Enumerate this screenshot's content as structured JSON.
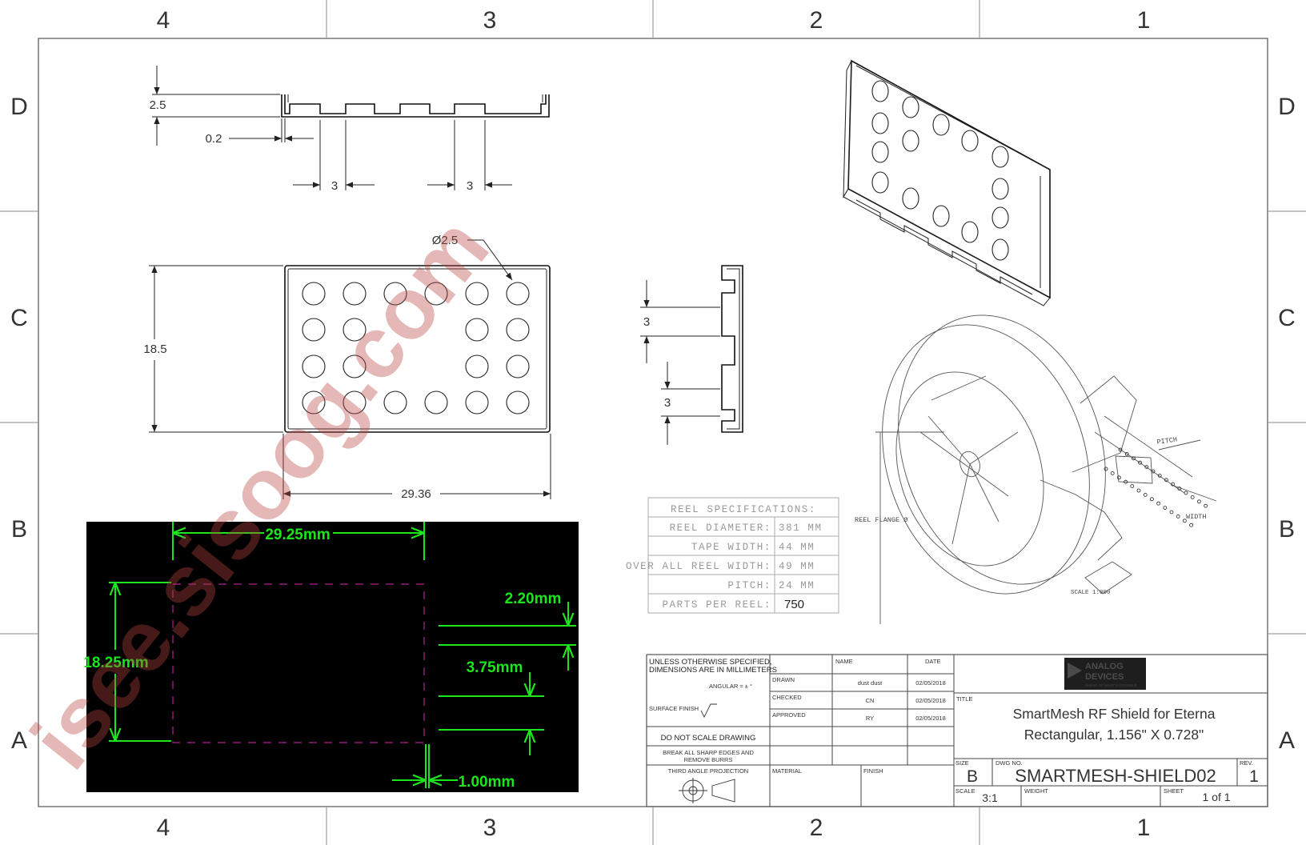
{
  "border": {
    "columns": [
      "4",
      "3",
      "2",
      "1"
    ],
    "rows": [
      "D",
      "C",
      "B",
      "A"
    ]
  },
  "top_view": {
    "height": "2.5",
    "thickness": "0.2",
    "slot_width_1": "3",
    "slot_width_2": "3"
  },
  "plan_view": {
    "hole_diameter": "Ø2.5",
    "height": "18.5",
    "width": "29.36"
  },
  "side_view": {
    "dim_1": "3",
    "dim_2": "3"
  },
  "pcb_footprint": {
    "width": "29.25mm",
    "height": "18.25mm",
    "dim_a": "2.20mm",
    "dim_b": "3.75mm",
    "dim_c": "1.00mm",
    "colors": {
      "background": "#000000",
      "dimension": "#19e61b",
      "outline": "#b0218f"
    }
  },
  "reel_spec": {
    "title": "REEL SPECIFICATIONS:",
    "rows": [
      {
        "label": "REEL DIAMETER:",
        "value": "381 MM"
      },
      {
        "label": "TAPE WIDTH:",
        "value": "44 MM"
      },
      {
        "label": "OVER ALL REEL WIDTH:",
        "value": "49 MM"
      },
      {
        "label": "PITCH:",
        "value": "24 MM"
      },
      {
        "label": "PARTS PER REEL:",
        "value": "750"
      }
    ]
  },
  "reel_drawing": {
    "pitch_label": "PITCH",
    "width_label": "WIDTH",
    "flange_label": "REEL FLANGE Ø",
    "scale_label": "SCALE 1:000"
  },
  "watermark": "isee.sisoog.com",
  "title_block": {
    "unless_line1": "UNLESS OTHERWISE SPECIFIED,",
    "unless_line2": "DIMENSIONS ARE IN MILLIMETERS",
    "angular": "ANGULAR = ± °",
    "surface_finish": "SURFACE FINISH",
    "do_not_scale": "DO NOT SCALE DRAWING",
    "break_edges_1": "BREAK ALL SHARP EDGES AND",
    "break_edges_2": "REMOVE BURRS",
    "projection": "THIRD ANGLE PROJECTION",
    "name_header": "NAME",
    "date_header": "DATE",
    "drawn_label": "DRAWN",
    "drawn_name": "dust dust",
    "drawn_date": "02/05/2018",
    "checked_label": "CHECKED",
    "checked_name": "CN",
    "checked_date": "02/05/2018",
    "approved_label": "APPROVED",
    "approved_name": "RY",
    "approved_date": "02/05/2018",
    "material_label": "MATERIAL",
    "finish_label": "FINISH",
    "logo_line1": "ANALOG",
    "logo_line2": "DEVICES",
    "logo_tagline": "AHEAD OF WHAT'S POSSIBLE",
    "title_label": "TITLE",
    "title_line1": "SmartMesh RF Shield for Eterna",
    "title_line2": "Rectangular, 1.156\" X 0.728\"",
    "size_label": "SIZE",
    "size_value": "B",
    "dwg_label": "DWG NO.",
    "dwg_value": "SMARTMESH-SHIELD02",
    "rev_label": "REV.",
    "rev_value": "1",
    "scale_label": "SCALE",
    "scale_value": "3:1",
    "weight_label": "WEIGHT",
    "sheet_label": "SHEET",
    "sheet_value": "1 of 1"
  }
}
